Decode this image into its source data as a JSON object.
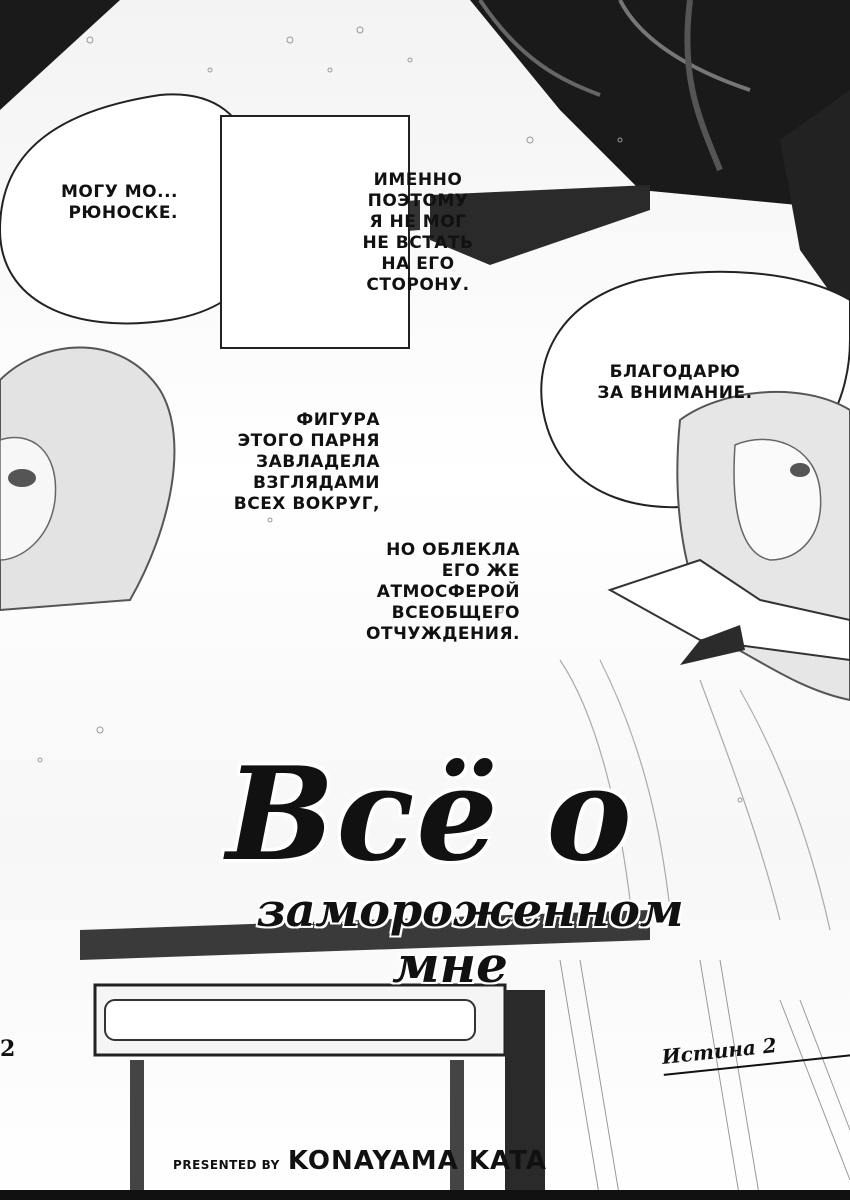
{
  "speech": {
    "bubble_top_left": "МОГУ МО...\nРЮНОСКЕ.",
    "narration_box": "ИМЕННО\nПОЭТОМУ\nЯ НЕ МОГ\nНЕ ВСТАТЬ\nНА ЕГО\nСТОРОНУ.",
    "bubble_right": "БЛАГОДАРЮ\nЗА ВНИМАНИЕ.",
    "narration_mid_1": "ФИГУРА\nЭТОГО ПАРНЯ\nЗАВЛАДЕЛА\nВЗГЛЯДАМИ\nВСЕХ ВОКРУГ,",
    "narration_mid_2": "НО ОБЛЕКЛА\nЕГО ЖЕ\nАТМОСФЕРОЙ\nВСЕОБЩЕГО\nОТЧУЖДЕНИЯ."
  },
  "title": {
    "line1": "Всё о",
    "line2": "замороженном",
    "line3": "мне"
  },
  "chapter": {
    "left_mark": "2",
    "label": "Истина 2"
  },
  "credit": {
    "prefix": "PRESENTED BY",
    "author": "KONAYAMA KATA"
  }
}
